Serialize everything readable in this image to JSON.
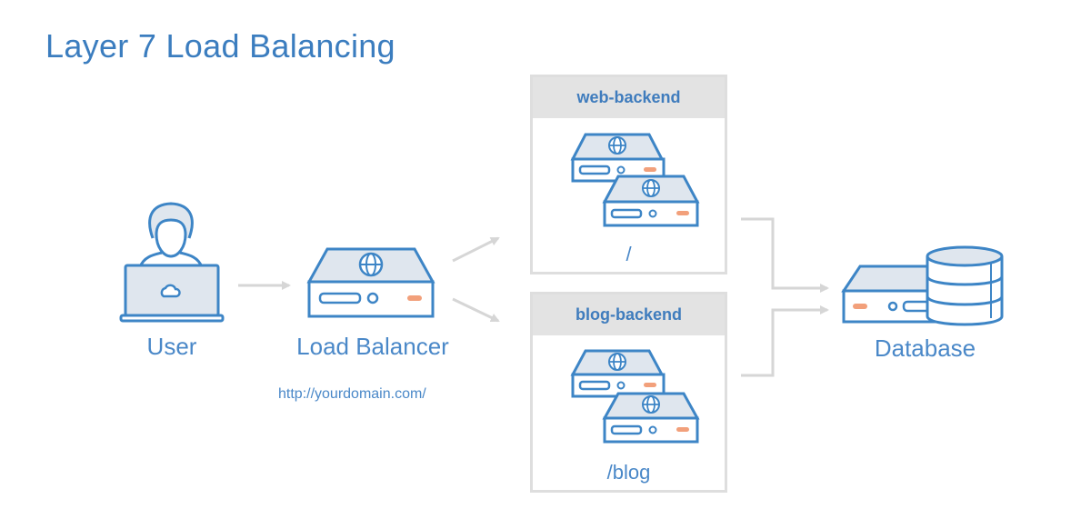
{
  "title": "Layer 7 Load Balancing",
  "nodes": {
    "user": {
      "label": "User"
    },
    "load_balancer": {
      "label": "Load Balancer",
      "url": "http://yourdomain.com/"
    },
    "database": {
      "label": "Database"
    }
  },
  "backends": [
    {
      "name": "web-backend",
      "path": "/"
    },
    {
      "name": "blog-backend",
      "path": "/blog"
    }
  ],
  "colors": {
    "primary": "#3b7dbf",
    "icon_stroke": "#3d85c6",
    "icon_fill": "#dfe6ee",
    "accent": "#f2a07b",
    "arrow": "#d6d6d6",
    "box_border": "#dedede"
  }
}
